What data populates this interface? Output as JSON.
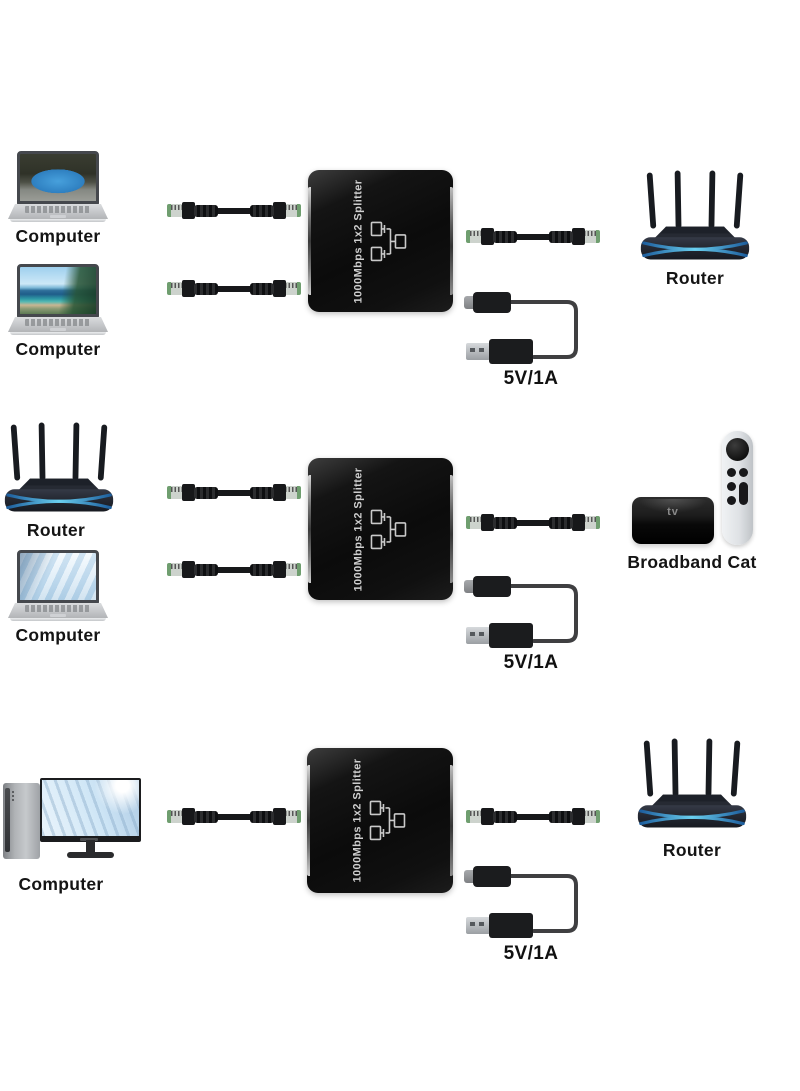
{
  "sections": [
    {
      "name": "two computers to router via splitter",
      "left_devices": [
        {
          "kind": "laptop",
          "label": "Computer"
        },
        {
          "kind": "laptop",
          "label": "Computer"
        }
      ],
      "splitter": {
        "label": "1000Mbps 1x2 Splitter"
      },
      "power_cable": {
        "label": "5V/1A"
      },
      "right_device": {
        "kind": "router",
        "label": "Router"
      }
    },
    {
      "name": "router and computer to broadband cat via splitter",
      "left_devices": [
        {
          "kind": "router",
          "label": "Router"
        },
        {
          "kind": "laptop",
          "label": "Computer"
        }
      ],
      "splitter": {
        "label": "1000Mbps 1x2 Splitter"
      },
      "power_cable": {
        "label": "5V/1A"
      },
      "right_device": {
        "kind": "set-top-box",
        "label": "Broadband Cat",
        "logo": "tv"
      }
    },
    {
      "name": "desktop computer to router via splitter",
      "left_devices": [
        {
          "kind": "desktop",
          "label": "Computer"
        }
      ],
      "splitter": {
        "label": "1000Mbps 1x2 Splitter"
      },
      "power_cable": {
        "label": "5V/1A"
      },
      "right_device": {
        "kind": "router",
        "label": "Router"
      }
    }
  ],
  "colors": {
    "background": "#ffffff",
    "router_glow_blue": "#6ad0f0",
    "rj45_green": "#6f9e6f",
    "splitter_body": "#0d0d0d",
    "splitter_text": "#cfcfcf"
  }
}
